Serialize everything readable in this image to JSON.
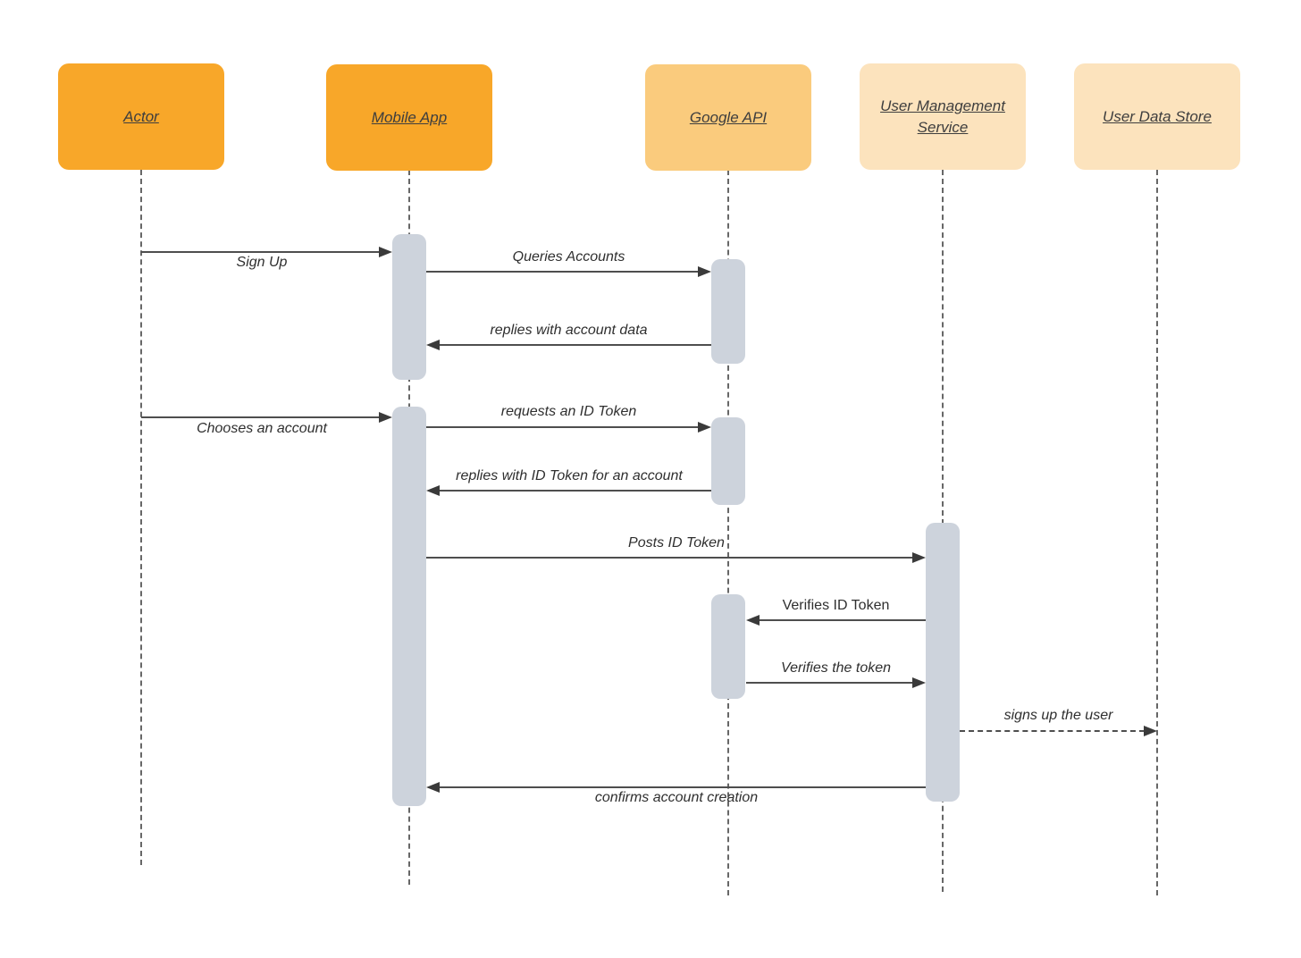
{
  "diagram": {
    "type": "uml-sequence-diagram",
    "colors": {
      "participant_strong": "#F8A729",
      "participant_medium": "#FACB7D",
      "participant_light": "#FCE3BD",
      "activation_fill": "#CDD3DC",
      "line": "#4E4E4E",
      "text": "#2F2F2F",
      "background": "#FFFFFF"
    },
    "participants": [
      {
        "id": "actor",
        "label": "Actor",
        "tone": "strong"
      },
      {
        "id": "mobile-app",
        "label": "Mobile App",
        "tone": "strong"
      },
      {
        "id": "google-api",
        "label": "Google API",
        "tone": "medium"
      },
      {
        "id": "user-management-service",
        "label": "User Management Service",
        "tone": "light"
      },
      {
        "id": "user-data-store",
        "label": "User Data Store",
        "tone": "light"
      }
    ],
    "messages": [
      {
        "label": "Sign Up",
        "from": "actor",
        "to": "mobile-app",
        "line": "solid",
        "label_position": "below"
      },
      {
        "label": "Queries Accounts",
        "from": "mobile-app",
        "to": "google-api",
        "line": "solid",
        "label_position": "above"
      },
      {
        "label": "replies with account data",
        "from": "google-api",
        "to": "mobile-app",
        "line": "solid",
        "label_position": "above"
      },
      {
        "label": "Chooses an account",
        "from": "actor",
        "to": "mobile-app",
        "line": "solid",
        "label_position": "below"
      },
      {
        "label": "requests an ID Token",
        "from": "mobile-app",
        "to": "google-api",
        "line": "solid",
        "label_position": "above"
      },
      {
        "label": "replies with ID Token for an account",
        "from": "google-api",
        "to": "mobile-app",
        "line": "solid",
        "label_position": "above"
      },
      {
        "label": "Posts ID Token",
        "from": "mobile-app",
        "to": "user-management-service",
        "line": "solid",
        "label_position": "above"
      },
      {
        "label": "Verifies ID Token",
        "from": "user-management-service",
        "to": "google-api",
        "line": "solid",
        "label_position": "above"
      },
      {
        "label": "Verifies the token",
        "from": "google-api",
        "to": "user-management-service",
        "line": "solid",
        "label_position": "above"
      },
      {
        "label": "signs up the user",
        "from": "user-management-service",
        "to": "user-data-store",
        "line": "dashed",
        "label_position": "above"
      },
      {
        "label": "confirms account creation",
        "from": "user-management-service",
        "to": "mobile-app",
        "line": "solid",
        "label_position": "below"
      }
    ]
  }
}
